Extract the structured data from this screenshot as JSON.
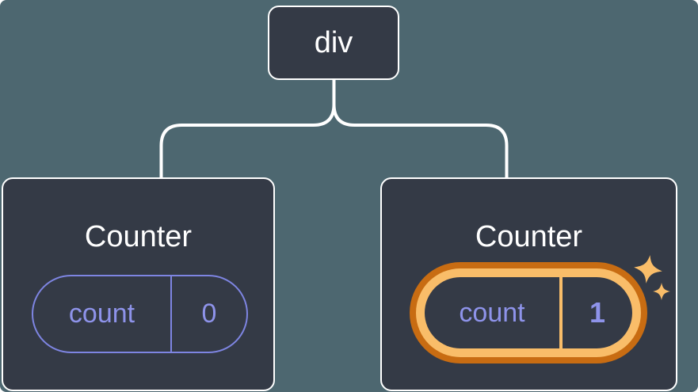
{
  "palette": {
    "background": "#4D6770",
    "node_fill": "#343A46",
    "node_border": "#FFFFFF",
    "connector": "#FFFFFF",
    "state_purple": "#8E93EA",
    "pill_border_purple": "#7E85E2",
    "highlight_orange_dark": "#C86C12",
    "highlight_orange_light": "#F9BD69"
  },
  "diagram": {
    "root_node": {
      "label": "div"
    },
    "counters": [
      {
        "title": "Counter",
        "state_key": "count",
        "state_value": "0",
        "highlighted": false
      },
      {
        "title": "Counter",
        "state_key": "count",
        "state_value": "1",
        "highlighted": true
      }
    ],
    "icons": {
      "sparkles": {
        "name": "sparkles-icon",
        "glyph": "✦"
      }
    }
  }
}
